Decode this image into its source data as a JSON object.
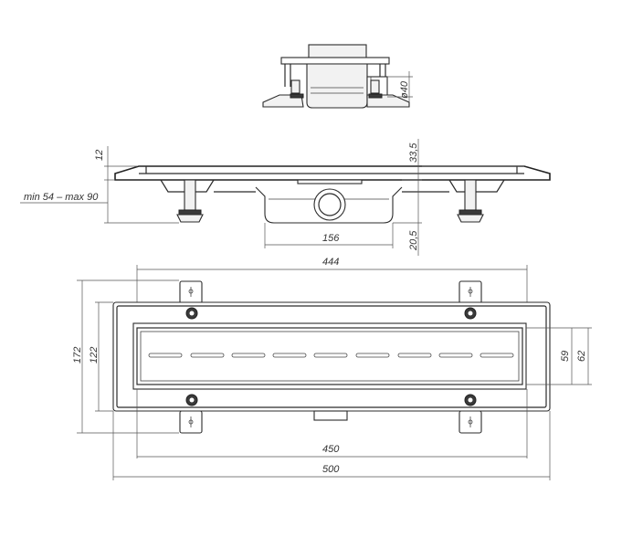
{
  "top_view": {
    "dim_outlet_diameter": "ø40"
  },
  "side_view": {
    "dim_height_label": "12",
    "dim_adjust_range": "min 54 – max 90",
    "dim_body_height": "33,5",
    "dim_outlet_height": "20,5",
    "dim_sump_width": "156"
  },
  "plan_view": {
    "dim_overall_top": "444",
    "dim_width_outer": "172",
    "dim_width_inner": "122",
    "dim_grate_width": "59",
    "dim_channel_width": "62",
    "dim_channel_length": "450",
    "dim_overall_length": "500"
  },
  "colors": {
    "line": "#2b2b2b",
    "dimension": "#555555",
    "background": "#ffffff"
  }
}
